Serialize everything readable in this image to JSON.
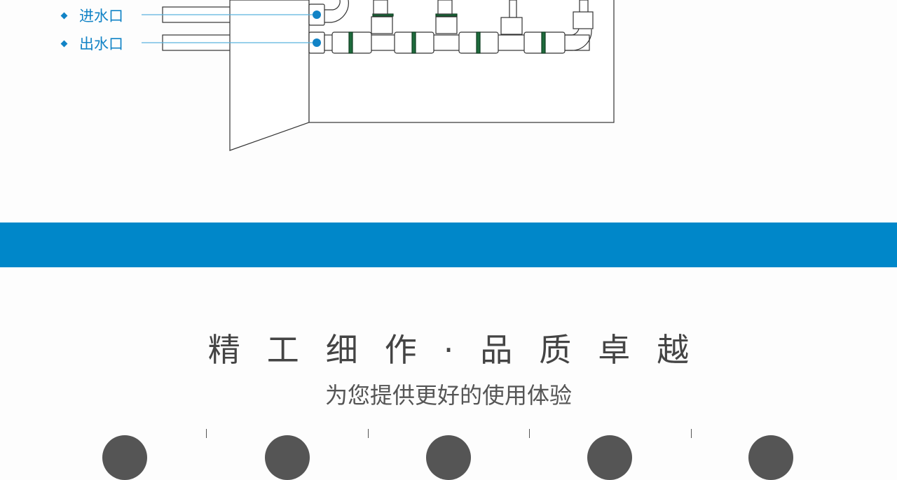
{
  "diagram": {
    "labels": [
      {
        "text": "进水口"
      },
      {
        "text": "出水口"
      }
    ],
    "accent": "#1183c6",
    "seal_color": "#1e6b3c"
  },
  "band": {
    "color": "#0087c9"
  },
  "section": {
    "title": "精工细作·品质卓越",
    "subtitle": "为您提供更好的使用体验"
  }
}
